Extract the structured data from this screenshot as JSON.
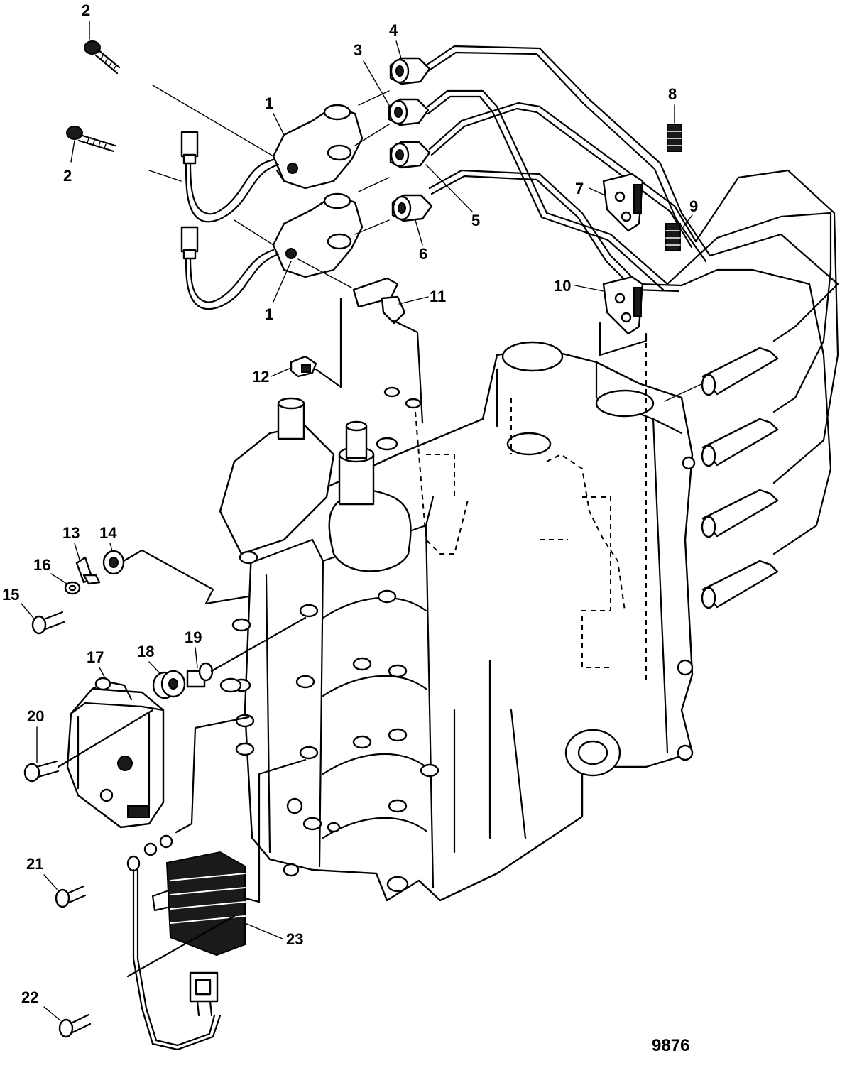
{
  "diagram": {
    "figure_number": "9876",
    "callouts": [
      {
        "id": "c2a",
        "label": "2"
      },
      {
        "id": "c2b",
        "label": "2"
      },
      {
        "id": "c1a",
        "label": "1"
      },
      {
        "id": "c1b",
        "label": "1"
      },
      {
        "id": "c3",
        "label": "3"
      },
      {
        "id": "c4",
        "label": "4"
      },
      {
        "id": "c5",
        "label": "5"
      },
      {
        "id": "c6",
        "label": "6"
      },
      {
        "id": "c7",
        "label": "7"
      },
      {
        "id": "c8",
        "label": "8"
      },
      {
        "id": "c9",
        "label": "9"
      },
      {
        "id": "c10",
        "label": "10"
      },
      {
        "id": "c11",
        "label": "11"
      },
      {
        "id": "c12",
        "label": "12"
      },
      {
        "id": "c13",
        "label": "13"
      },
      {
        "id": "c14",
        "label": "14"
      },
      {
        "id": "c15",
        "label": "15"
      },
      {
        "id": "c16",
        "label": "16"
      },
      {
        "id": "c17",
        "label": "17"
      },
      {
        "id": "c18",
        "label": "18"
      },
      {
        "id": "c19",
        "label": "19"
      },
      {
        "id": "c20",
        "label": "20"
      },
      {
        "id": "c21",
        "label": "21"
      },
      {
        "id": "c22",
        "label": "22"
      },
      {
        "id": "c23",
        "label": "23"
      }
    ]
  }
}
